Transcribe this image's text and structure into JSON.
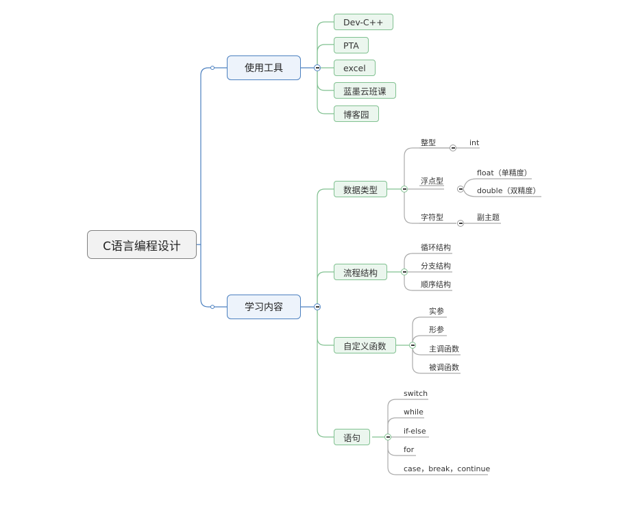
{
  "root": {
    "label": "C语言编程设计"
  },
  "branches": [
    {
      "label": "使用工具",
      "children": [
        {
          "label": "Dev-C++"
        },
        {
          "label": "PTA"
        },
        {
          "label": "excel"
        },
        {
          "label": "蓝墨云班课"
        },
        {
          "label": "博客园"
        }
      ]
    },
    {
      "label": "学习内容",
      "children": [
        {
          "label": "数据类型",
          "children": [
            {
              "label": "整型",
              "children": [
                {
                  "label": "int"
                }
              ]
            },
            {
              "label": "浮点型",
              "children": [
                {
                  "label": "float（单精度）"
                },
                {
                  "label": "double（双精度）"
                }
              ]
            },
            {
              "label": "字符型",
              "children": [
                {
                  "label": "副主题"
                }
              ]
            }
          ]
        },
        {
          "label": "流程结构",
          "children": [
            {
              "label": "循环结构"
            },
            {
              "label": "分支结构"
            },
            {
              "label": "顺序结构"
            }
          ]
        },
        {
          "label": "自定义函数",
          "children": [
            {
              "label": "实参"
            },
            {
              "label": "形参"
            },
            {
              "label": "主调函数"
            },
            {
              "label": "被调函数"
            }
          ]
        },
        {
          "label": "语句",
          "children": [
            {
              "label": "switch"
            },
            {
              "label": "while"
            },
            {
              "label": "if-else"
            },
            {
              "label": "for"
            },
            {
              "label": "case，break，continue"
            }
          ]
        }
      ]
    }
  ],
  "colors": {
    "main_line": "#4a7fbf",
    "sub_line": "#7fc08f",
    "leaf_line": "#aaaaaa"
  }
}
